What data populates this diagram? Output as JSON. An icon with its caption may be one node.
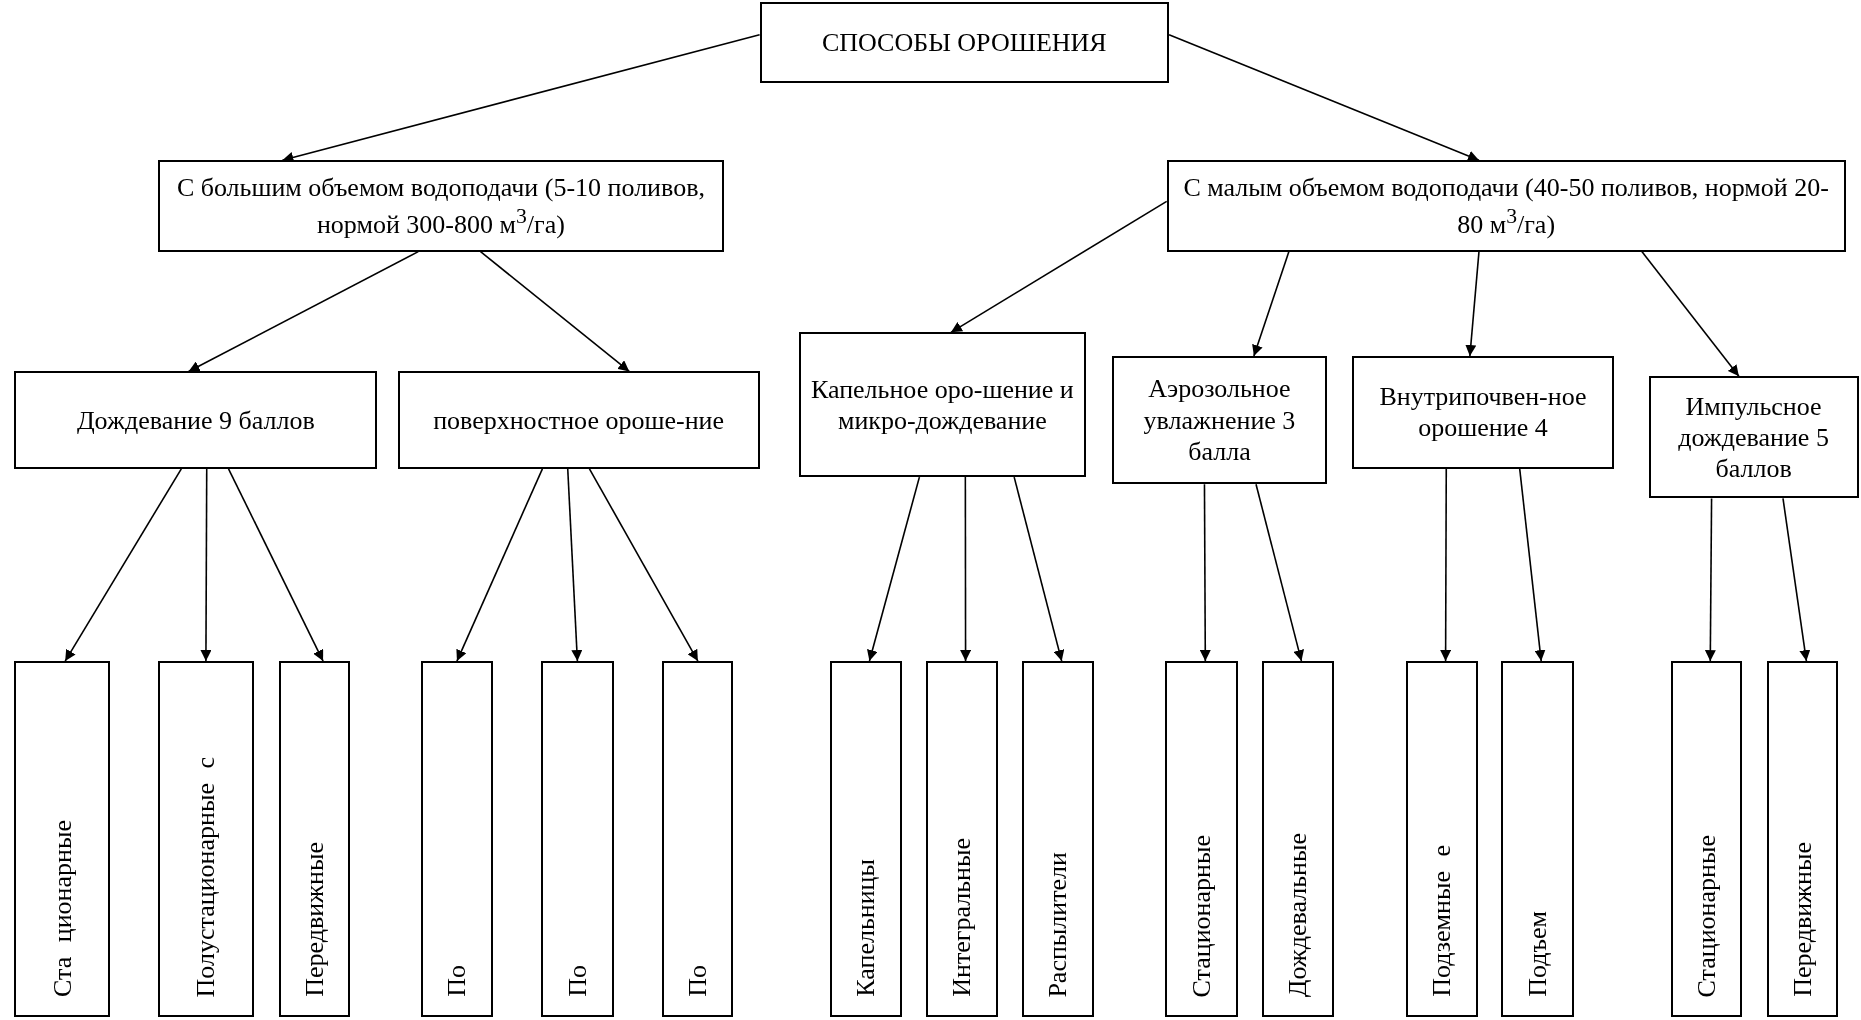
{
  "diagram": {
    "nodes": [
      {
        "text": [
          "СПОСОБЫ ОРОШЕНИЯ"
        ]
      },
      {
        "text": [
          "С большим объемом водоподачи (5-10 поливов, нормой 300-800 м$^{3}$/га)"
        ]
      },
      {
        "text": [
          "С малым объемом водоподачи (40-50 поливов, нормой 20-80 м$^{3}$/га)"
        ]
      },
      {
        "text": [
          "Дождевание 9 баллов"
        ]
      },
      {
        "text": [
          "поверхностное ороше-ние"
        ]
      },
      {
        "text": [
          "Капельное оро-шение и микро-дождевание"
        ]
      },
      {
        "text": [
          "Аэрозольное увлажнение 3 балла"
        ]
      },
      {
        "text": [
          "Внутрипочвен-ное орошение 4"
        ]
      },
      {
        "text": [
          "Импульсное дождевание 5 баллов"
        ]
      },
      {
        "text": [
          "Ста ционарные"
        ]
      },
      {
        "text": [
          "Полустационарные с"
        ]
      },
      {
        "text": [
          "Передвижные"
        ]
      },
      {
        "text": [
          "По"
        ]
      },
      {
        "text": [
          "По"
        ]
      },
      {
        "text": [
          "По"
        ]
      },
      {
        "text": [
          "Капельницы"
        ]
      },
      {
        "text": [
          "Интегральные"
        ]
      },
      {
        "text": [
          "Распылители"
        ]
      },
      {
        "text": [
          "Стационарные"
        ]
      },
      {
        "text": [
          "Дождевальные"
        ]
      },
      {
        "text": [
          "Подземные е"
        ]
      },
      {
        "text": [
          "Подъем"
        ]
      },
      {
        "text": [
          "Стационарные"
        ]
      },
      {
        "text": [
          "Передвижные"
        ]
      }
    ],
    "edges": [
      {
        "from": 0,
        "to": 1,
        "arrow": "to"
      },
      {
        "from": 0,
        "to": 2,
        "arrow": "to"
      },
      {
        "from": 1,
        "to": 3,
        "arrow": "to"
      },
      {
        "from": 1,
        "to": 4,
        "arrow": "to"
      },
      {
        "from": 2,
        "to": 5,
        "arrow": "to"
      },
      {
        "from": 2,
        "to": 6,
        "arrow": "to"
      },
      {
        "from": 2,
        "to": 7,
        "arrow": "to"
      },
      {
        "from": 2,
        "to": 8,
        "arrow": "to"
      },
      {
        "from": 3,
        "to": 9,
        "arrow": "to"
      },
      {
        "from": 3,
        "to": 10,
        "arrow": "to"
      },
      {
        "from": 3,
        "to": 11,
        "arrow": "to"
      },
      {
        "from": 4,
        "to": 12,
        "arrow": "to"
      },
      {
        "from": 4,
        "to": 13,
        "arrow": "to"
      },
      {
        "from": 4,
        "to": 14,
        "arrow": "to"
      },
      {
        "from": 5,
        "to": 15,
        "arrow": "to"
      },
      {
        "from": 5,
        "to": 16,
        "arrow": "to"
      },
      {
        "from": 5,
        "to": 17,
        "arrow": "to"
      },
      {
        "from": 6,
        "to": 18,
        "arrow": "to"
      },
      {
        "from": 6,
        "to": 19,
        "arrow": "to"
      },
      {
        "from": 7,
        "to": 20,
        "arrow": "to"
      },
      {
        "from": 7,
        "to": 21,
        "arrow": "to"
      },
      {
        "from": 8,
        "to": 22,
        "arrow": "to"
      },
      {
        "from": 8,
        "to": 23,
        "arrow": "to"
      }
    ]
  }
}
